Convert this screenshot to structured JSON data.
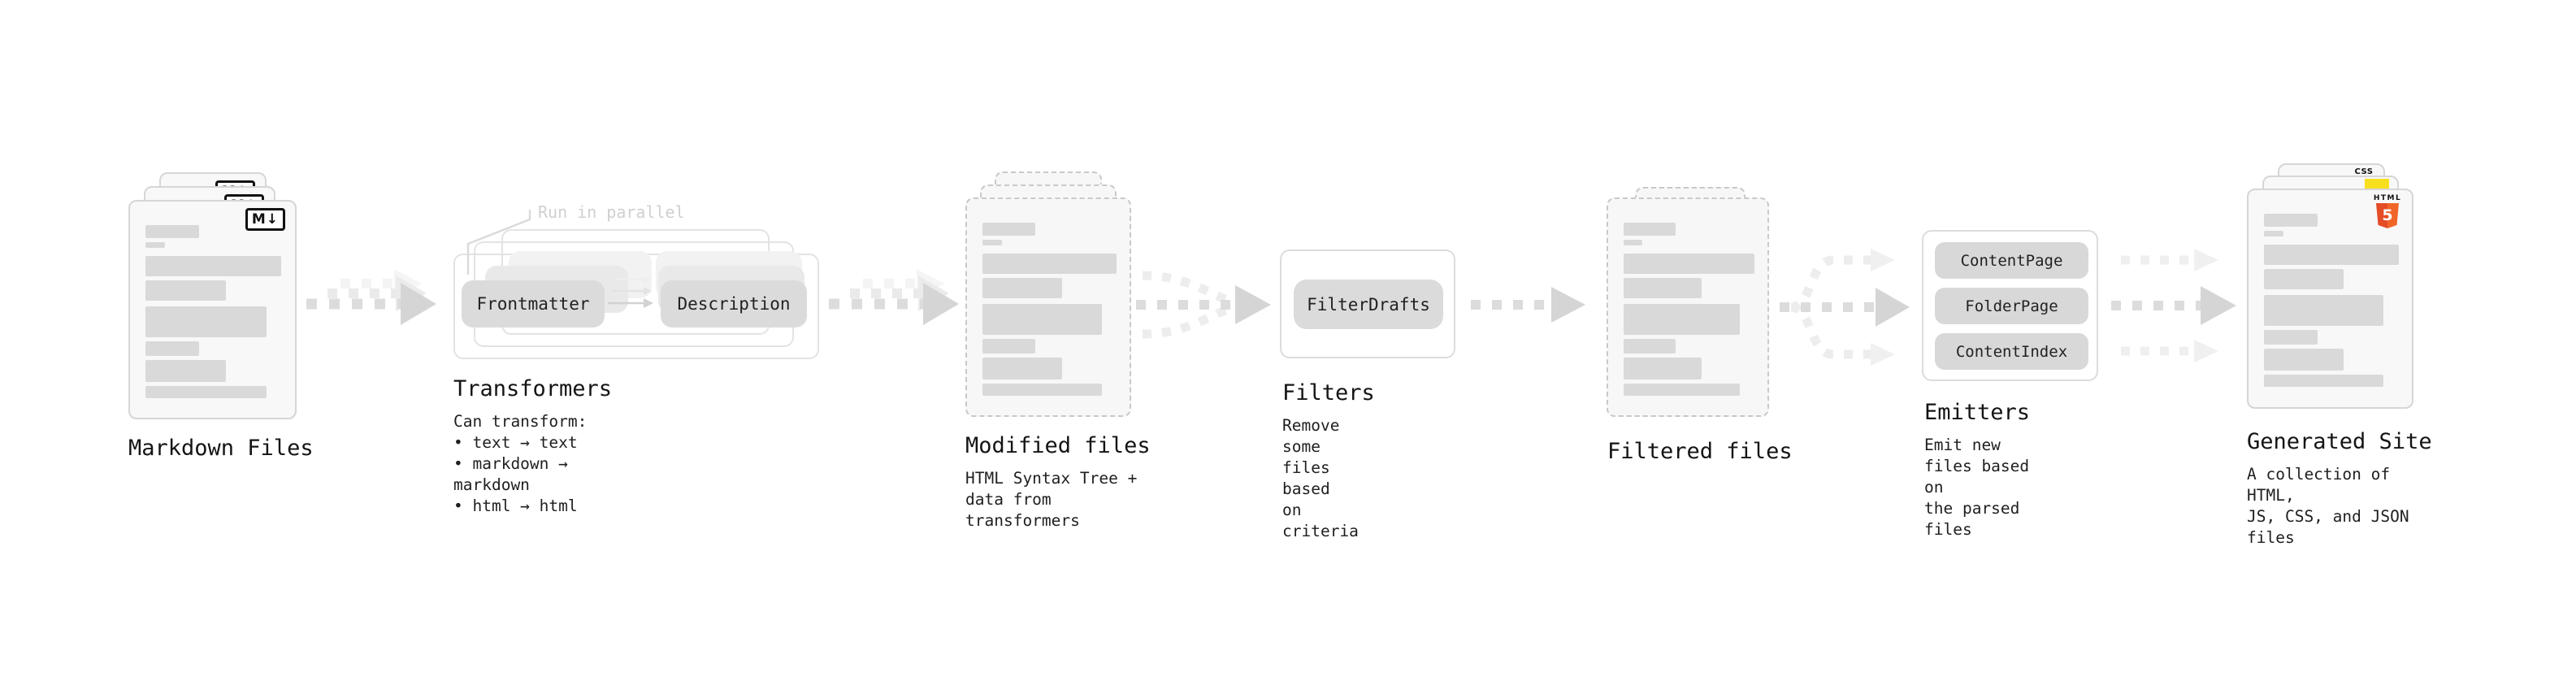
{
  "stages": {
    "markdown": {
      "title": "Markdown Files"
    },
    "transformers": {
      "title": "Transformers",
      "note": "Run in parallel",
      "pill_left": "Frontmatter",
      "pill_right": "Description",
      "body": "Can transform:\n • text → text\n • markdown → markdown\n • html → html"
    },
    "modified": {
      "title": "Modified files",
      "body": "HTML Syntax Tree +\ndata from transformers"
    },
    "filters": {
      "title": "Filters",
      "pill": "FilterDrafts",
      "body": "Remove some files based\non criteria"
    },
    "filtered": {
      "title": "Filtered files"
    },
    "emitters": {
      "title": "Emitters",
      "pills": [
        "ContentPage",
        "FolderPage",
        "ContentIndex"
      ],
      "body": "Emit new files based on\nthe parsed files"
    },
    "generated": {
      "title": "Generated Site",
      "body": "A collection of HTML,\nJS, CSS, and JSON files"
    }
  },
  "icons": {
    "markdown_badge": "M↓",
    "html5_label": "HTML",
    "html5_numeral": "5",
    "css_label": "CSS"
  },
  "colors": {
    "html5_orange": "#e44d26",
    "js_yellow": "#f7df1e",
    "css_blue": "#2965f1"
  }
}
